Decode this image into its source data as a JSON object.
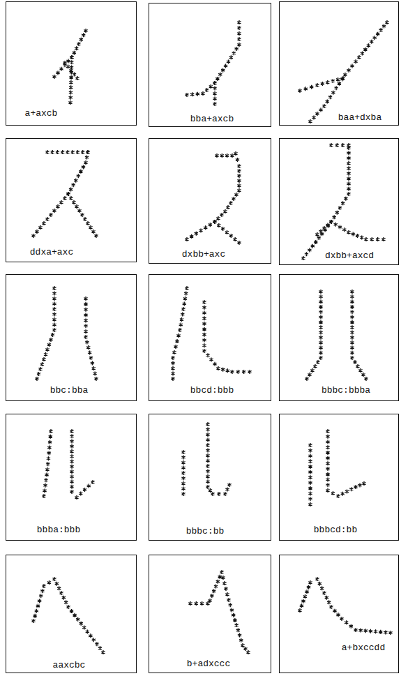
{
  "diagram": {
    "nodes": [
      {
        "text": [
          "a+axcb"
        ]
      },
      {
        "text": [
          "bba+axcb"
        ]
      },
      {
        "text": [
          "baa+dxba"
        ]
      },
      {
        "text": [
          "ddxa+axc"
        ]
      },
      {
        "text": [
          "dxbb+axc"
        ]
      },
      {
        "text": [
          "dxbb+axcd"
        ]
      },
      {
        "text": [
          "bbc:bba"
        ]
      },
      {
        "text": [
          "bbcd:bbb"
        ]
      },
      {
        "text": [
          "bbbc:bbba"
        ]
      },
      {
        "text": [
          "bbba:bbb"
        ]
      },
      {
        "text": [
          "bbbc:bb"
        ]
      },
      {
        "text": [
          "bbbcd:bb"
        ]
      },
      {
        "text": [
          "aaxcbc"
        ]
      },
      {
        "text": [
          "b+adxccc"
        ]
      },
      {
        "text": [
          "a+bxccdd"
        ]
      }
    ]
  }
}
